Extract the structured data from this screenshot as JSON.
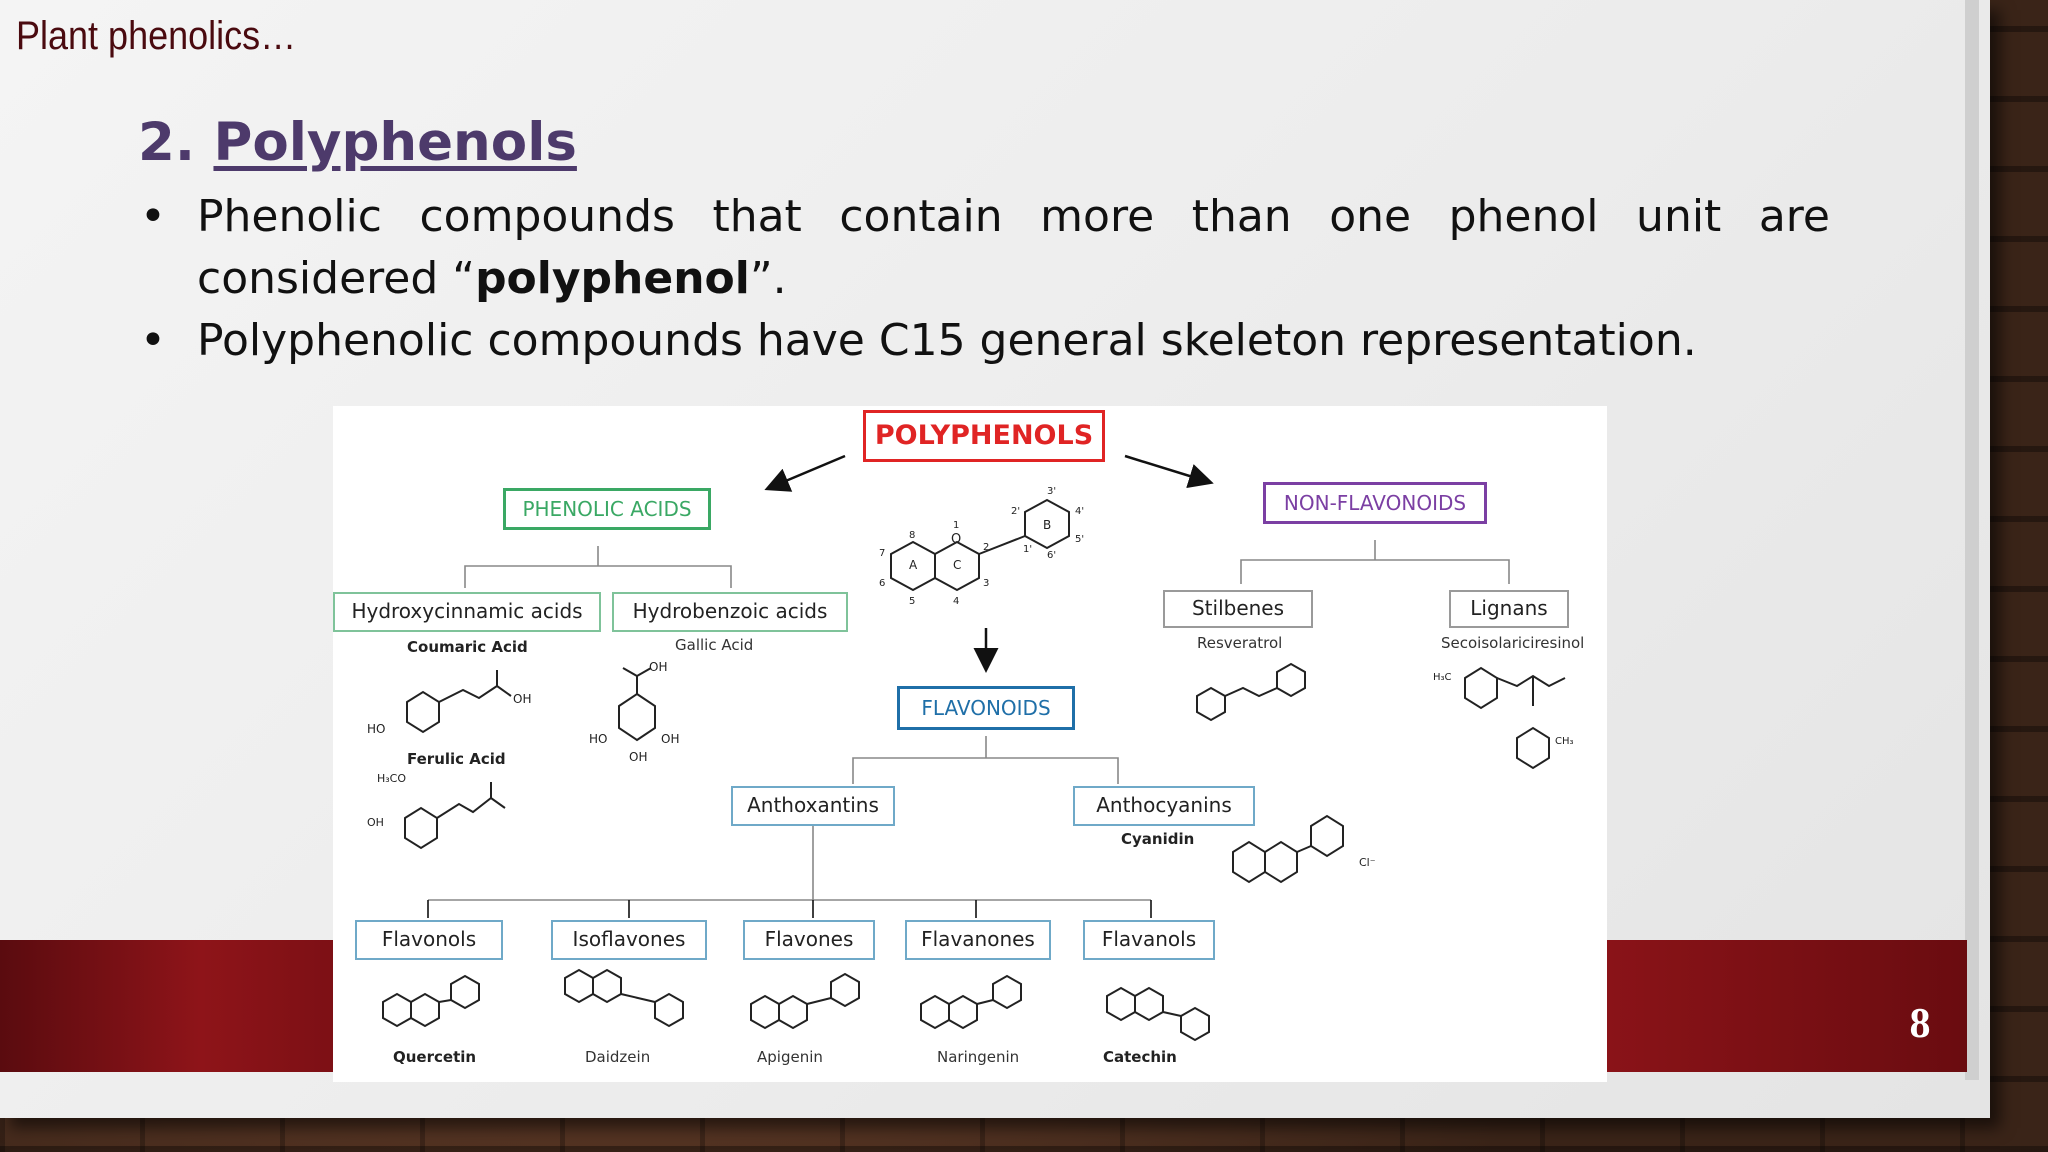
{
  "slide": {
    "section_label": "Plant phenolics…",
    "heading_number": "2.",
    "heading_link": "Polyphenols",
    "bullets": [
      {
        "text_before": "Phenolic compounds that contain more than one phenol unit are considered “",
        "bold": "polyphenol",
        "text_after": "”."
      },
      {
        "text": "Polyphenolic compounds have C15 general skeleton representation."
      }
    ],
    "page_number": "8",
    "colors": {
      "heading": "#4d3a6b",
      "band": "#8e1419",
      "section_label": "#4a0a0f"
    }
  },
  "figure": {
    "root": "POLYPHENOLS",
    "phenolic_acids": "PHENOLIC ACIDS",
    "non_flavonoids": "NON-FLAVONOIDS",
    "flavonoids": "FLAVONOIDS",
    "hydroxycinnamic": "Hydroxycinnamic acids",
    "hydrobenzoic": "Hydrobenzoic acids",
    "coumaric": "Coumaric Acid",
    "ferulic": "Ferulic Acid",
    "gallic": "Gallic Acid",
    "stilbenes": "Stilbenes",
    "resveratrol": "Resveratrol",
    "lignans": "Lignans",
    "secoisolariciresinol": "Secoisolariciresinol",
    "anthoxantins": "Anthoxantins",
    "anthocyanins": "Anthocyanins",
    "cyanidin": "Cyanidin",
    "subclasses": [
      {
        "label": "Flavonols",
        "example": "Quercetin"
      },
      {
        "label": "Isoflavones",
        "example": "Daidzein"
      },
      {
        "label": "Flavones",
        "example": "Apigenin"
      },
      {
        "label": "Flavanones",
        "example": "Naringenin"
      },
      {
        "label": "Flavanols",
        "example": "Catechin"
      }
    ],
    "chem": {
      "oh": "OH",
      "ho": "HO",
      "o": "O",
      "h3co": "H₃CO",
      "h3c": "H₃C",
      "ch3": "CH₃",
      "cl": "Cl⁻",
      "ring_a": "A",
      "ring_b": "B",
      "ring_c": "C",
      "n1": "1",
      "n2": "2",
      "n3": "3",
      "n4": "4",
      "n5": "5",
      "n6": "6",
      "n7": "7",
      "n8": "8",
      "n2p": "2'",
      "n3p": "3'",
      "n4p": "4'",
      "n5p": "5'",
      "n6p": "6'",
      "n1p": "1'"
    },
    "colors": {
      "root": "#e02424",
      "phenolic": "#3aa864",
      "nonflav": "#7b3fa3",
      "flav": "#1f6fa8",
      "subbox": "#6fa9c8"
    }
  }
}
